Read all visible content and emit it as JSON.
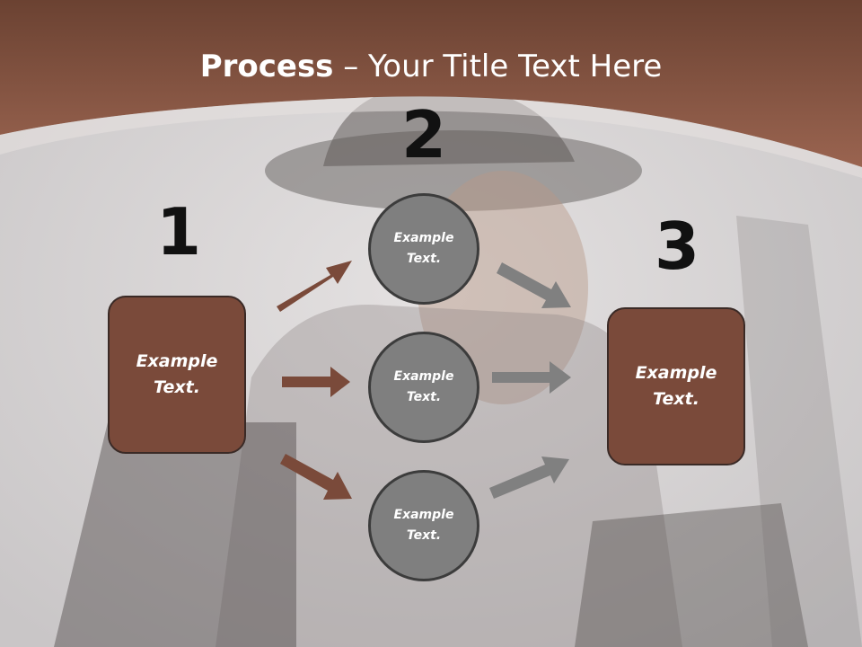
{
  "slide": {
    "title_bold": "Process",
    "title_rest": " – Your Title Text Here",
    "steps": [
      {
        "number": "1",
        "text": "Example\nText."
      },
      {
        "number": "2",
        "text": "Example\nText."
      },
      {
        "number": "3",
        "text": "Example\nText."
      }
    ],
    "circles": [
      {
        "text": "Example\nText."
      },
      {
        "text": "Example\nText."
      },
      {
        "text": "Example\nText."
      }
    ]
  },
  "colors": {
    "header_brown": "#8a5540",
    "box_brown": "#7a4a3a",
    "circle_gray": "#7f7f7f",
    "arrow_brown": "#7a4a3a",
    "arrow_gray": "#808080"
  }
}
